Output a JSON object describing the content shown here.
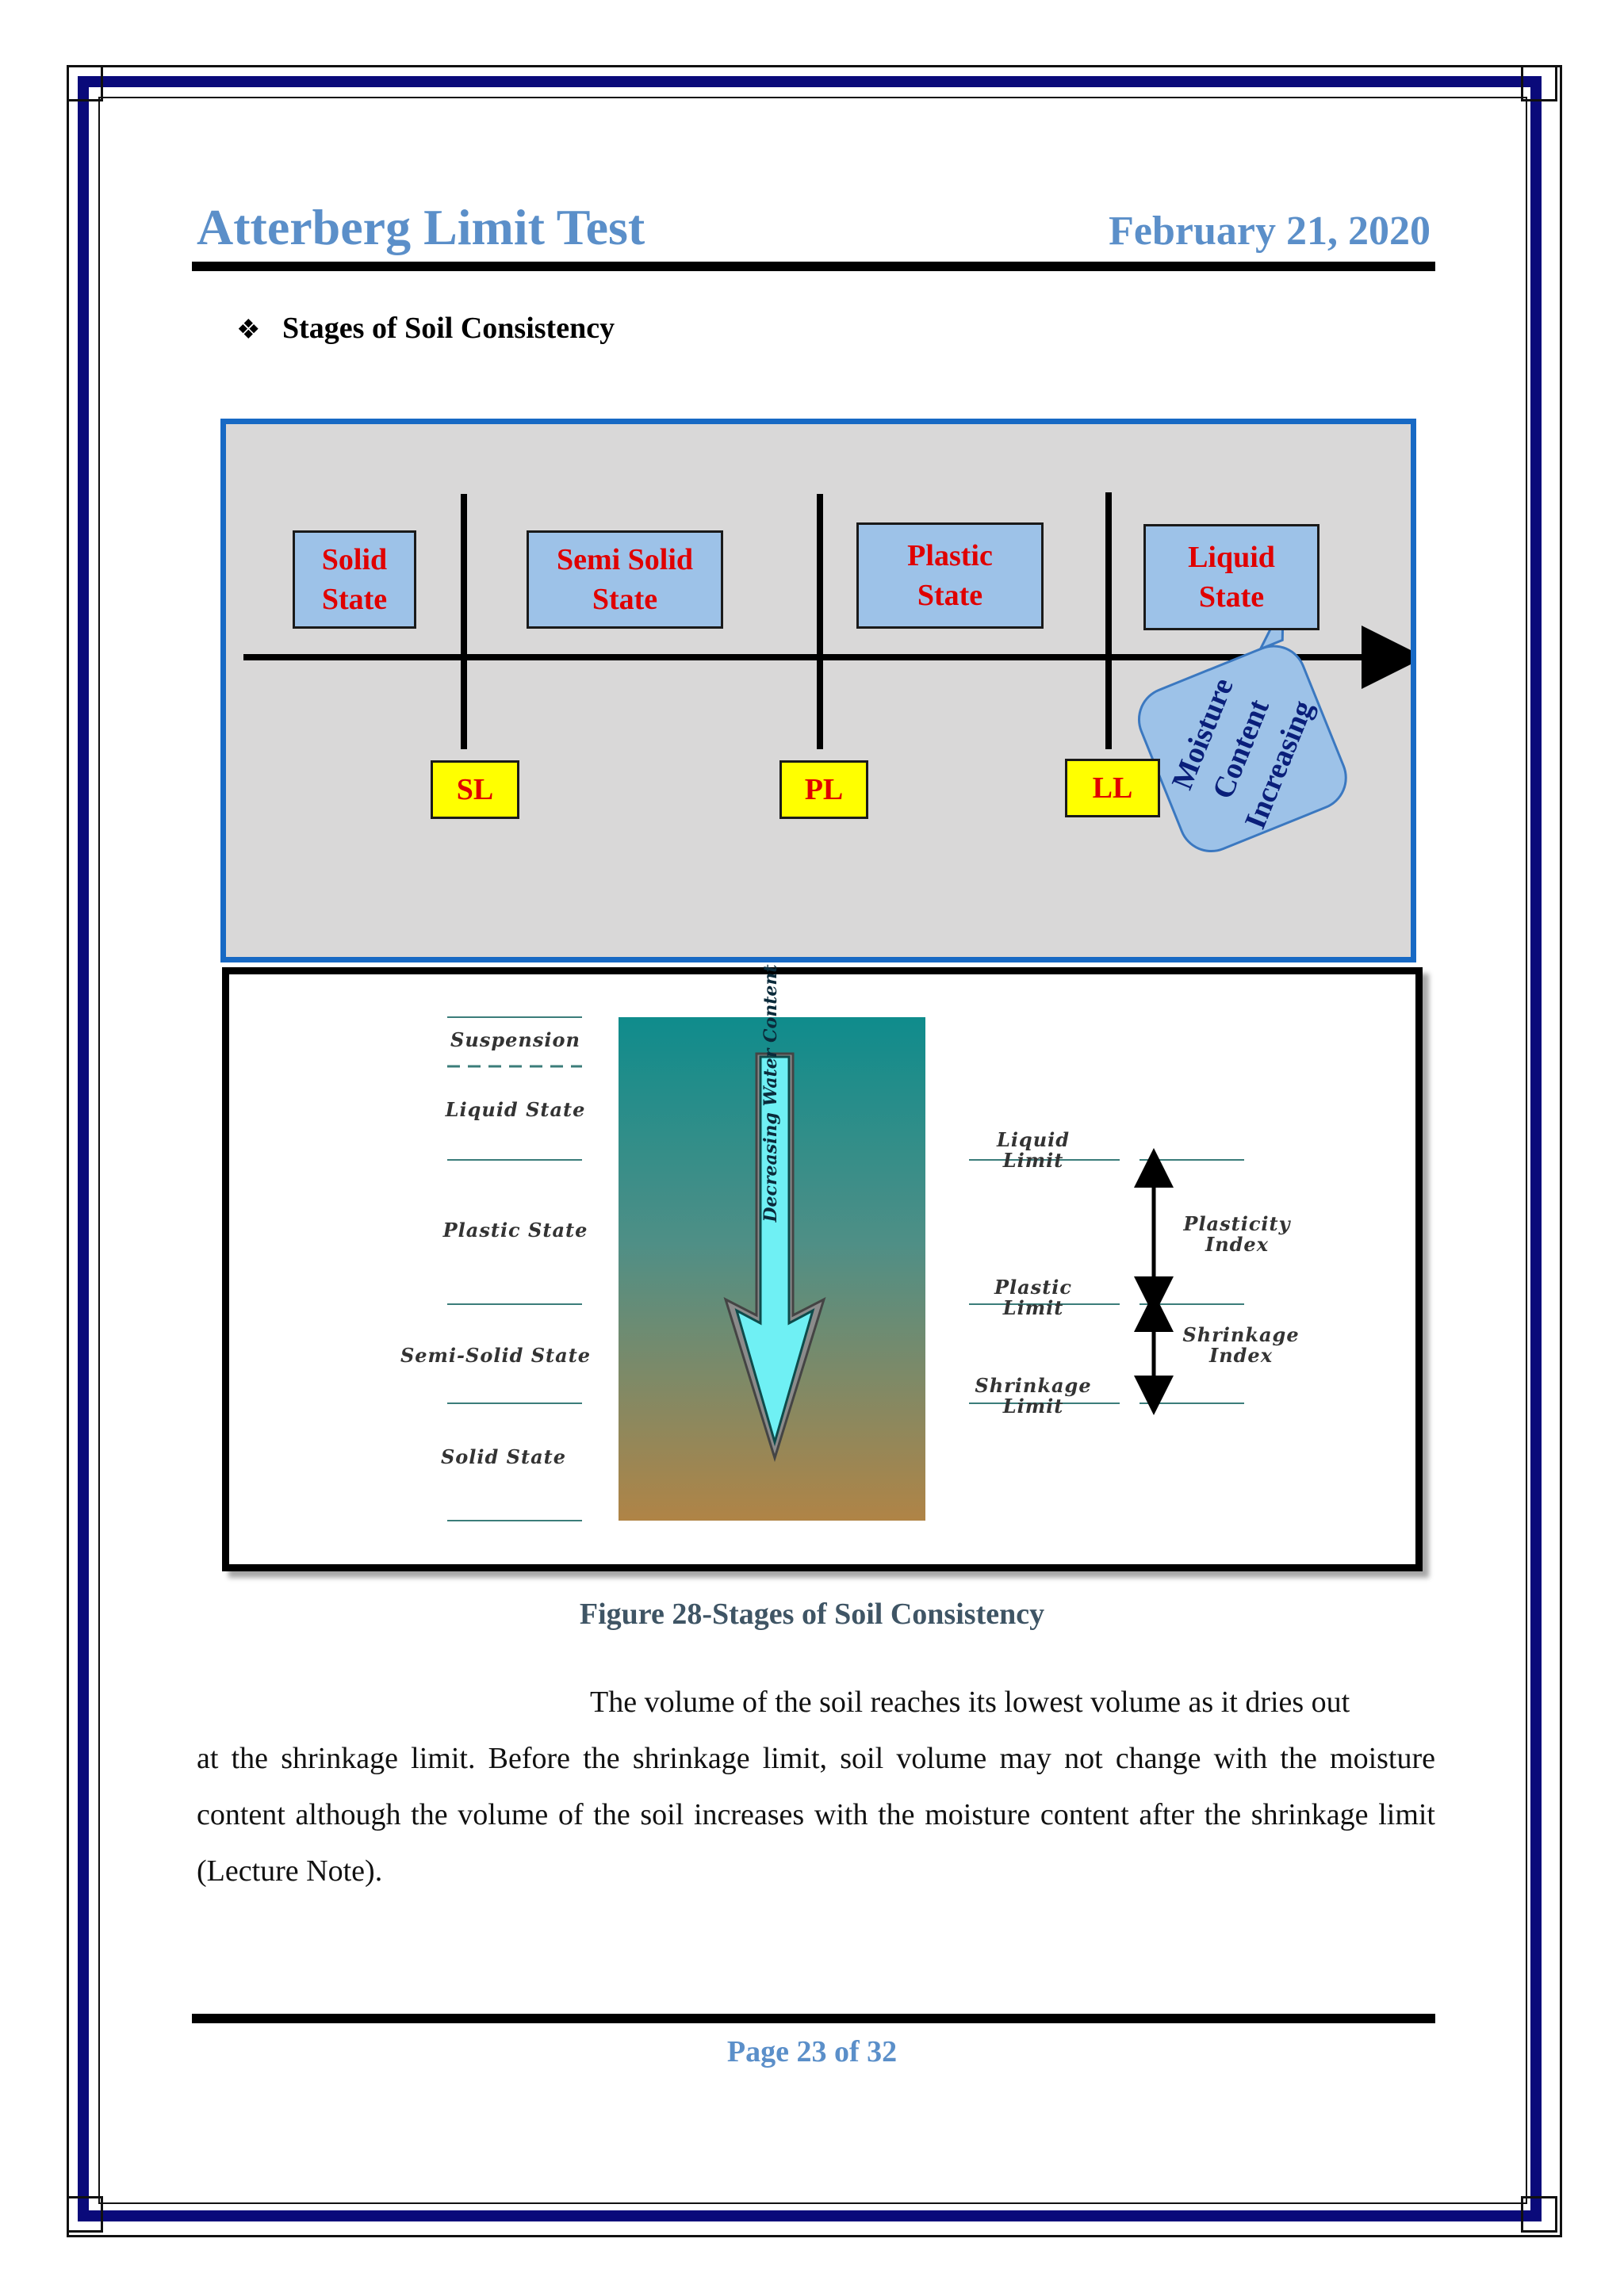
{
  "header": {
    "title": "Atterberg Limit Test",
    "date": "February 21, 2020"
  },
  "section": {
    "bullet_icon": "diamond-bullet-icon",
    "heading": "Stages of Soil Consistency"
  },
  "figure_top": {
    "states": [
      {
        "line1": "Solid",
        "line2": "State"
      },
      {
        "line1": "Semi Solid",
        "line2": "State"
      },
      {
        "line1": "Plastic",
        "line2": "State"
      },
      {
        "line1": "Liquid",
        "line2": "State"
      }
    ],
    "limits": [
      "SL",
      "PL",
      "LL"
    ],
    "moisture_label": [
      "Moisture",
      "Content",
      "Increasing"
    ],
    "colors": {
      "state_text": "#e00000",
      "state_box": "#9dc2e8",
      "limit_box": "#ffff00",
      "border": "#1769c4"
    }
  },
  "figure_bottom": {
    "states": [
      "Suspension",
      "Liquid State",
      "Plastic State",
      "Semi-Solid State",
      "Solid State"
    ],
    "arrow_label": "Decreasing Water Content",
    "limits": [
      {
        "line1": "Liquid",
        "line2": "Limit"
      },
      {
        "line1": "Plastic",
        "line2": "Limit"
      },
      {
        "line1": "Shrinkage",
        "line2": "Limit"
      }
    ],
    "indices": [
      {
        "line1": "Plasticity",
        "line2": "Index"
      },
      {
        "line1": "Shrinkage",
        "line2": "Index"
      }
    ]
  },
  "caption": "Figure 28-Stages of Soil Consistency",
  "body": {
    "line1": "The volume of the soil reaches its lowest volume as it dries out",
    "rest": "at the shrinkage limit. Before the shrinkage limit, soil volume may not change with the moisture content although the volume of the soil increases with the moisture content after the shrinkage limit (Lecture Note)."
  },
  "footer": {
    "page": "Page 23 of 32"
  }
}
